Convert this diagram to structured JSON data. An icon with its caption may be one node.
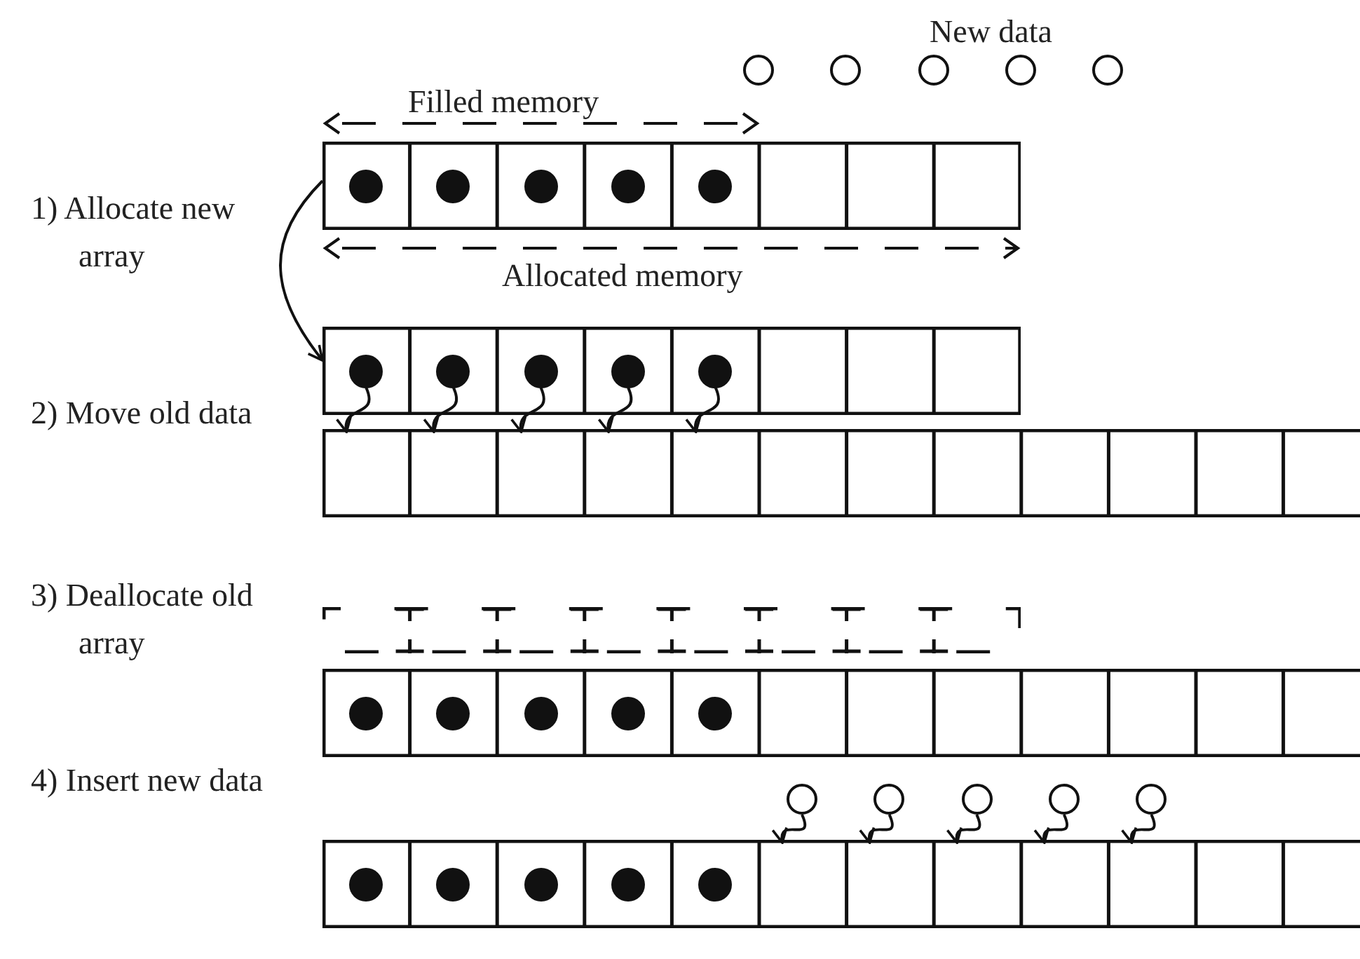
{
  "diagram": {
    "nodes": [
      {
        "text": [],
        "shape": "circle"
      },
      {
        "text": [],
        "shape": "circle"
      },
      {
        "text": [],
        "shape": "circle"
      },
      {
        "text": [],
        "shape": "circle"
      },
      {
        "text": [],
        "shape": "circle"
      },
      {
        "text": [],
        "shape": "box"
      },
      {
        "text": [],
        "shape": "circle",
        "in": 5
      },
      {
        "text": [],
        "shape": "circle",
        "in": 5
      },
      {
        "text": [],
        "shape": "circle",
        "in": 5
      },
      {
        "text": [],
        "shape": "circle",
        "in": 5
      },
      {
        "text": [],
        "shape": "circle",
        "in": 5
      },
      {
        "text": [],
        "shape": "box"
      },
      {
        "text": [],
        "shape": "circle",
        "in": 11
      },
      {
        "text": [],
        "shape": "circle",
        "in": 11
      },
      {
        "text": [],
        "shape": "circle",
        "in": 11
      },
      {
        "text": [],
        "shape": "circle",
        "in": 11
      },
      {
        "text": [],
        "shape": "circle",
        "in": 11
      },
      {
        "text": [],
        "shape": "box"
      },
      {
        "text": [],
        "shape": "box"
      },
      {
        "text": [],
        "shape": "box"
      },
      {
        "text": [],
        "shape": "circle",
        "in": 19
      },
      {
        "text": [],
        "shape": "circle",
        "in": 19
      },
      {
        "text": [],
        "shape": "circle",
        "in": 19
      },
      {
        "text": [],
        "shape": "circle",
        "in": 19
      },
      {
        "text": [],
        "shape": "circle",
        "in": 19
      },
      {
        "text": [],
        "shape": "circle"
      },
      {
        "text": [],
        "shape": "circle"
      },
      {
        "text": [],
        "shape": "circle"
      },
      {
        "text": [],
        "shape": "circle"
      },
      {
        "text": [],
        "shape": "circle"
      },
      {
        "text": [],
        "shape": "box"
      },
      {
        "text": [],
        "shape": "circle",
        "in": 30
      },
      {
        "text": [],
        "shape": "circle",
        "in": 30
      },
      {
        "text": [],
        "shape": "circle",
        "in": 30
      },
      {
        "text": [],
        "shape": "circle",
        "in": 30
      },
      {
        "text": [],
        "shape": "circle",
        "in": 30
      }
    ],
    "edges": [
      {
        "from": 5,
        "to": 11,
        "arrow": "to"
      },
      {
        "from": 12,
        "to": 17,
        "arrow": "to"
      },
      {
        "from": 13,
        "to": 17,
        "arrow": "to"
      },
      {
        "from": 14,
        "to": 17,
        "arrow": "to"
      },
      {
        "from": 15,
        "to": 17,
        "arrow": "to"
      },
      {
        "from": 16,
        "to": 17,
        "arrow": "to"
      },
      {
        "from": 25,
        "to": 30,
        "arrow": "to"
      },
      {
        "from": 26,
        "to": 30,
        "arrow": "to"
      },
      {
        "from": 27,
        "to": 30,
        "arrow": "to"
      },
      {
        "from": 28,
        "to": 30,
        "arrow": "to"
      },
      {
        "from": 29,
        "to": 30,
        "arrow": "to"
      }
    ],
    "labels": [
      "New data",
      "Filled memory",
      "1) Allocate new array",
      "Allocated memory",
      "2) Move old data",
      "3) Deallocate old array",
      "4) Insert new data"
    ]
  }
}
